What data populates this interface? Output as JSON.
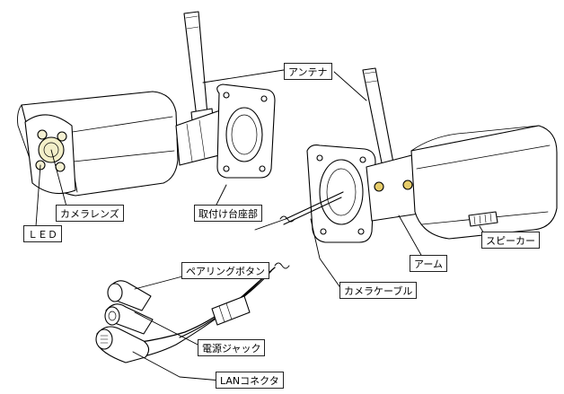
{
  "labels": {
    "antenna": "アンテナ",
    "camera_lens": "カメラレンズ",
    "mount_base": "取付け台座部",
    "led": "ＬＥＤ",
    "speaker": "スピーカー",
    "arm": "アーム",
    "pairing_button": "ペアリングボタン",
    "camera_cable": "カメラケーブル",
    "power_jack": "電源ジャック",
    "lan_connector": "LANコネクタ"
  },
  "colors": {
    "line": "#000000",
    "lens": "#f3efc9",
    "led": "#f4f0d2",
    "fitting": "#e6cc6a"
  }
}
